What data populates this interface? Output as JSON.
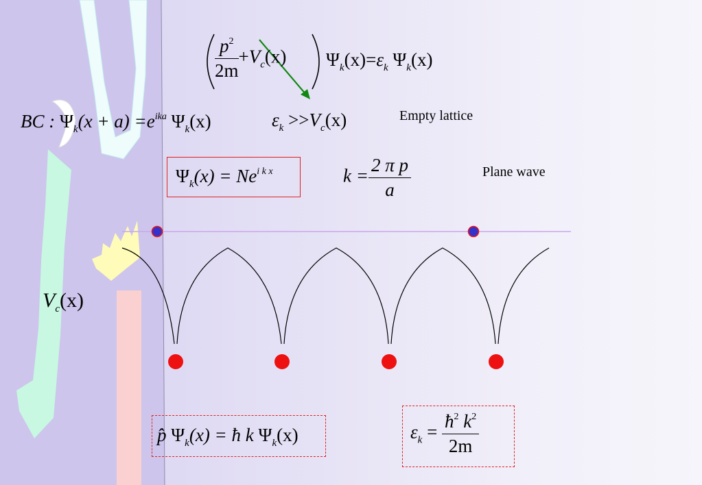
{
  "schrodinger": {
    "numerator": "p",
    "numerator_exp": "2",
    "denominator": "2m",
    "plus": "+",
    "potential": "V",
    "potential_sub": "c",
    "arg": "(x)",
    "psi": "Ψ",
    "psi_sub": "k",
    "equals": "=",
    "energy": "ε",
    "energy_sub": "k"
  },
  "boundary_condition": {
    "prefix": "BC :",
    "psi": "Ψ",
    "psi_sub": "k",
    "shifted_arg": "(x + a) =",
    "exp_base": "e",
    "exp_power": "ika",
    "arg": "(x)"
  },
  "condition": {
    "energy": "ε",
    "energy_sub": "k",
    "relation": ">>",
    "potential": "V",
    "potential_sub": "c",
    "arg": "(x)"
  },
  "labels": {
    "empty_lattice": "Empty lattice",
    "plane_wave": "Plane wave"
  },
  "plane_wave_eq": {
    "psi": "Ψ",
    "psi_sub": "k",
    "lhs_tail": "(x) = N",
    "exp_base": "e",
    "exp_power": "i k x"
  },
  "k_eq": {
    "lhs": "k =",
    "numerator": "2 π p",
    "denominator": "a"
  },
  "potential_label": {
    "symbol": "V",
    "sub": "c",
    "arg": "(x)"
  },
  "momentum_eq": {
    "op": "p̂",
    "psi": "Ψ",
    "psi_sub": "k",
    "mid": "(x) = ħ k",
    "arg": "(x)"
  },
  "energy_eq": {
    "lhs": "ε",
    "lhs_sub": "k",
    "equals": "=",
    "numerator_hbar": "ħ",
    "numerator_hbar_exp": "2",
    "numerator_k": "k",
    "numerator_k_exp": "2",
    "denominator": "2m"
  },
  "colors": {
    "ion": "#ee1111",
    "endpoint": "#3333cc",
    "arrow": "#118811",
    "box": "#e02020",
    "wave_line": "#c9a8ea"
  }
}
